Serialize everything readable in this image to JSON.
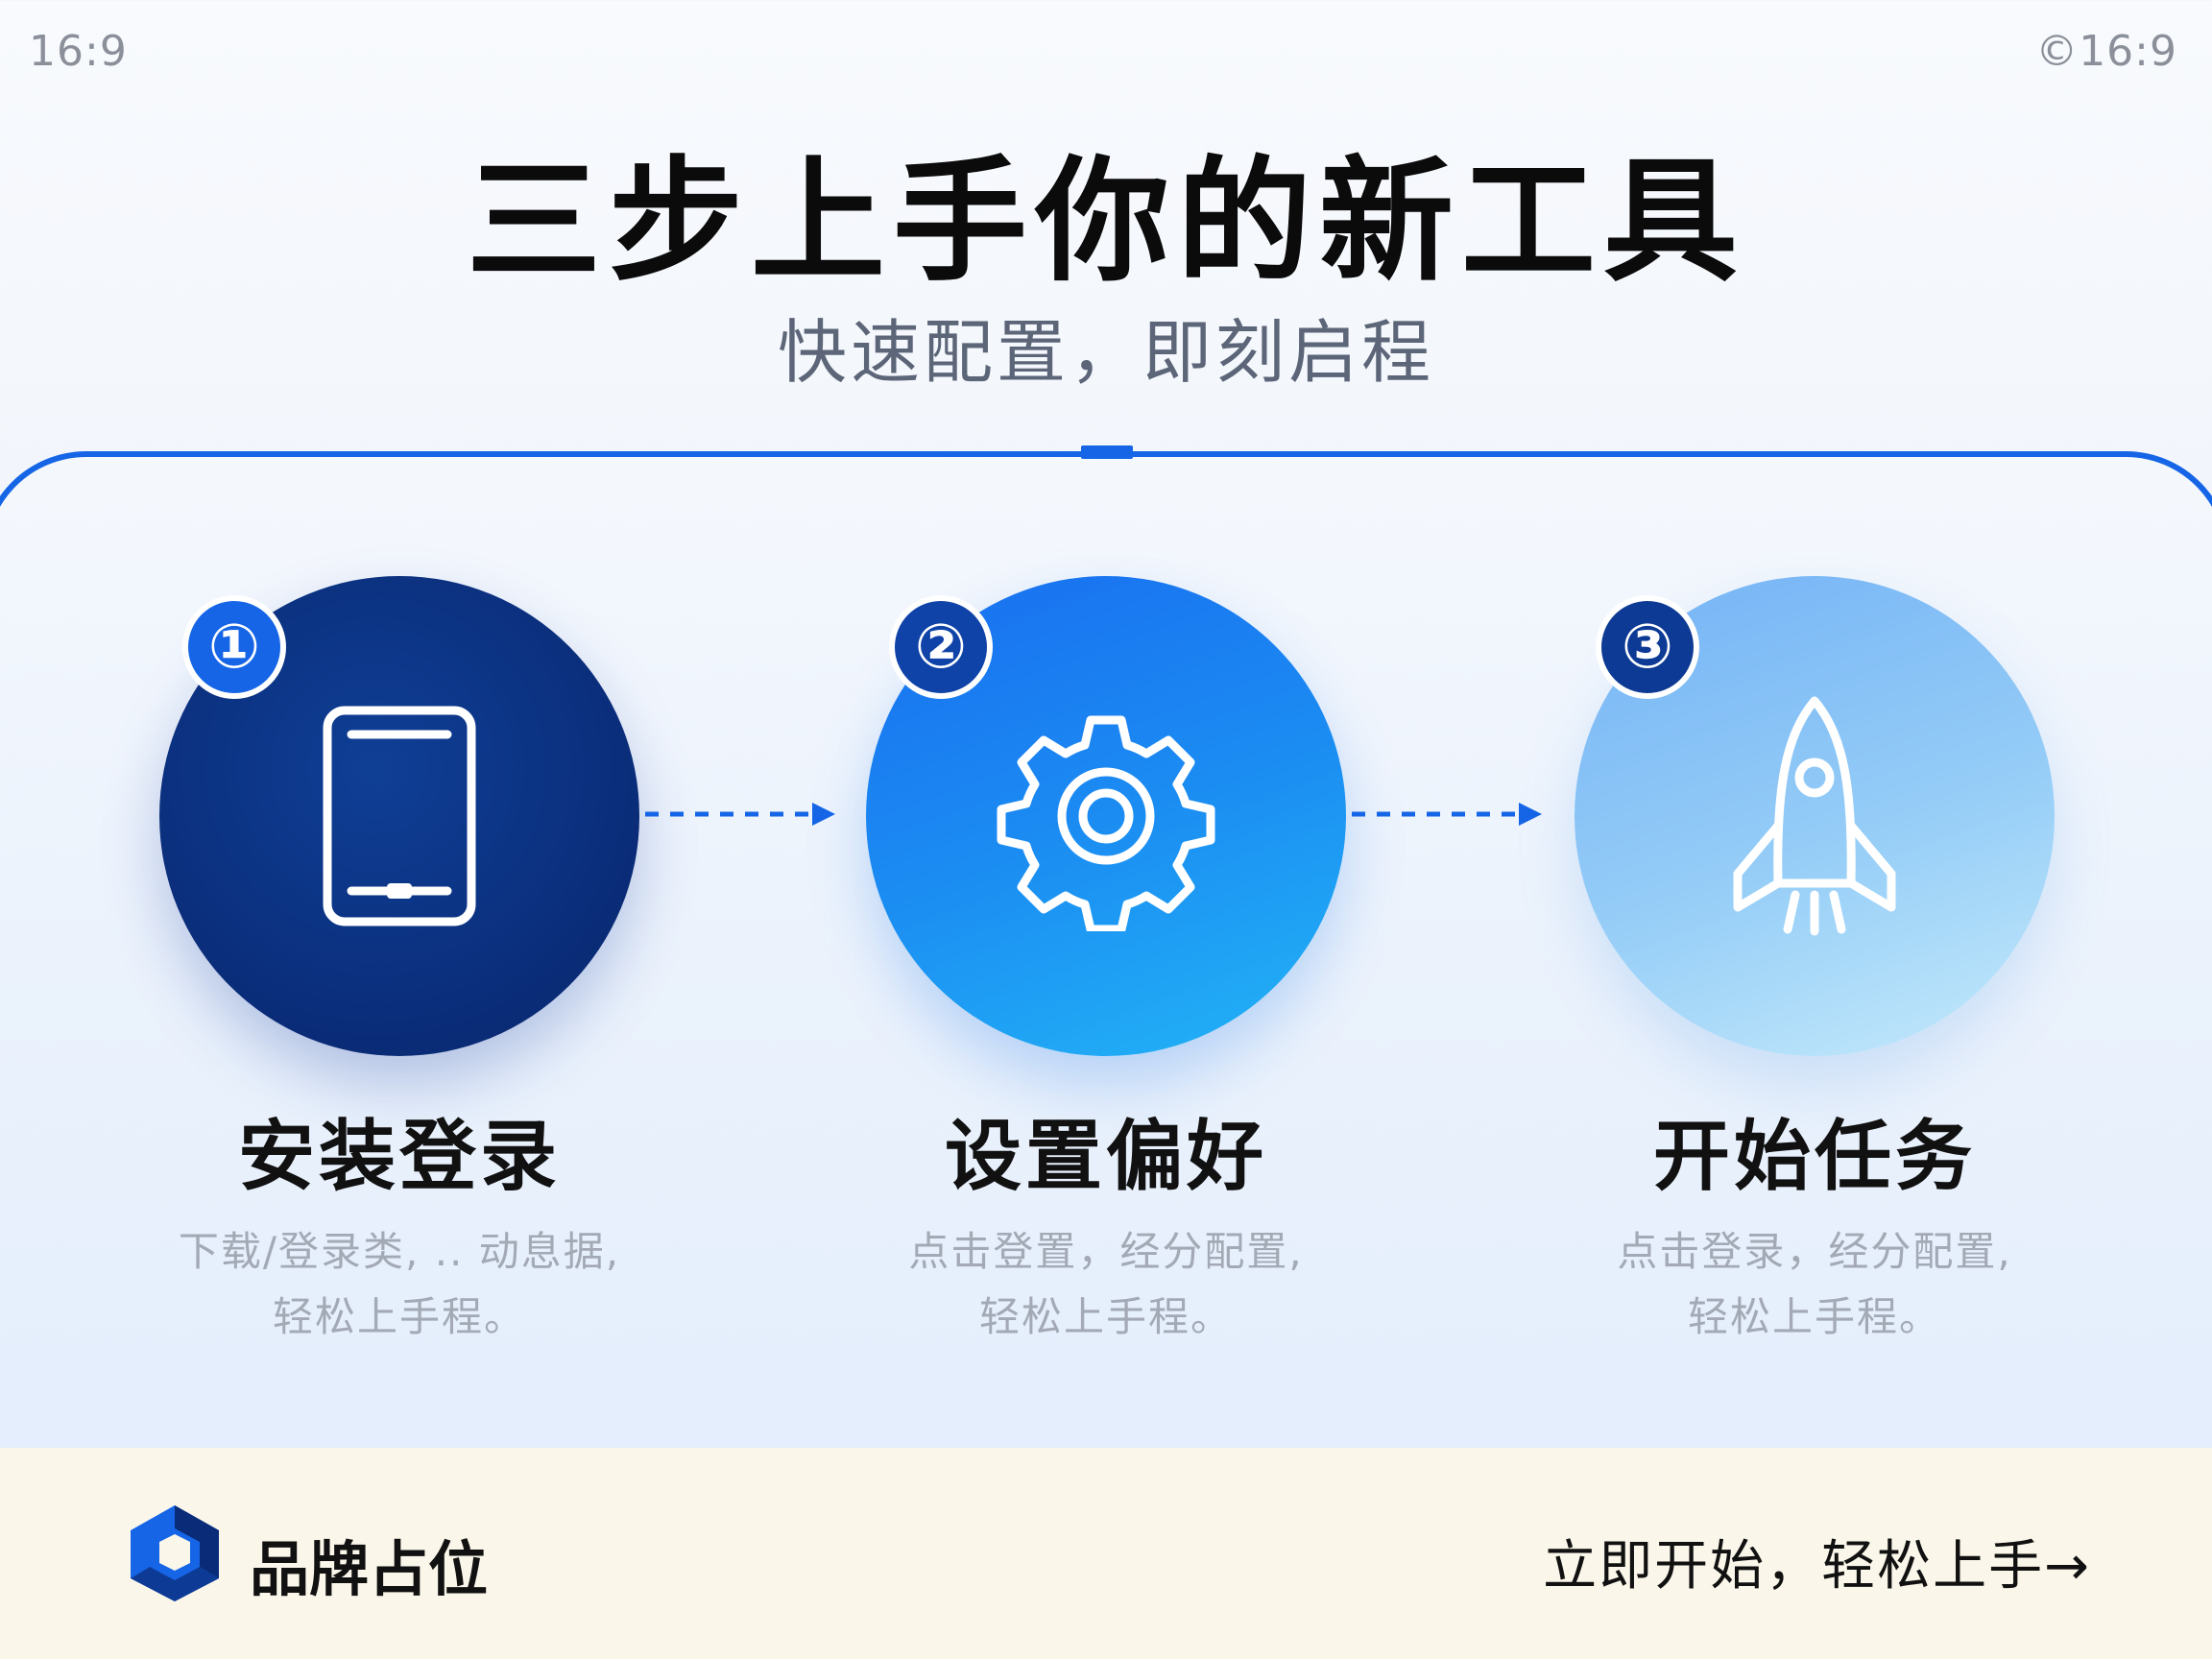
{
  "header": {
    "ratio_left": "16:9",
    "ratio_right": "©16:9",
    "title": "三步上手你的新工具",
    "subtitle": "快速配置，即刻启程"
  },
  "steps": [
    {
      "number": "①",
      "icon": "smartphone-icon",
      "title": "安装登录",
      "desc_line1": "下载/登录类, .. 动息据,",
      "desc_line2": "轻松上手程。"
    },
    {
      "number": "②",
      "icon": "gear-icon",
      "title": "设置偏好",
      "desc_line1": "点击登置，经分配置,",
      "desc_line2": "轻松上手程。"
    },
    {
      "number": "③",
      "icon": "rocket-icon",
      "title": "开始任务",
      "desc_line1": "点击登录，经分配置,",
      "desc_line2": "轻松上手程。"
    }
  ],
  "footer": {
    "brand": "品牌占位",
    "cta": "立即开始，轻松上手→"
  },
  "colors": {
    "accent": "#1565e6",
    "step1": "#0a2c78",
    "step2": "#1b8cf2",
    "step3": "#95cdf7",
    "footer_bg": "#fbf6ea"
  }
}
